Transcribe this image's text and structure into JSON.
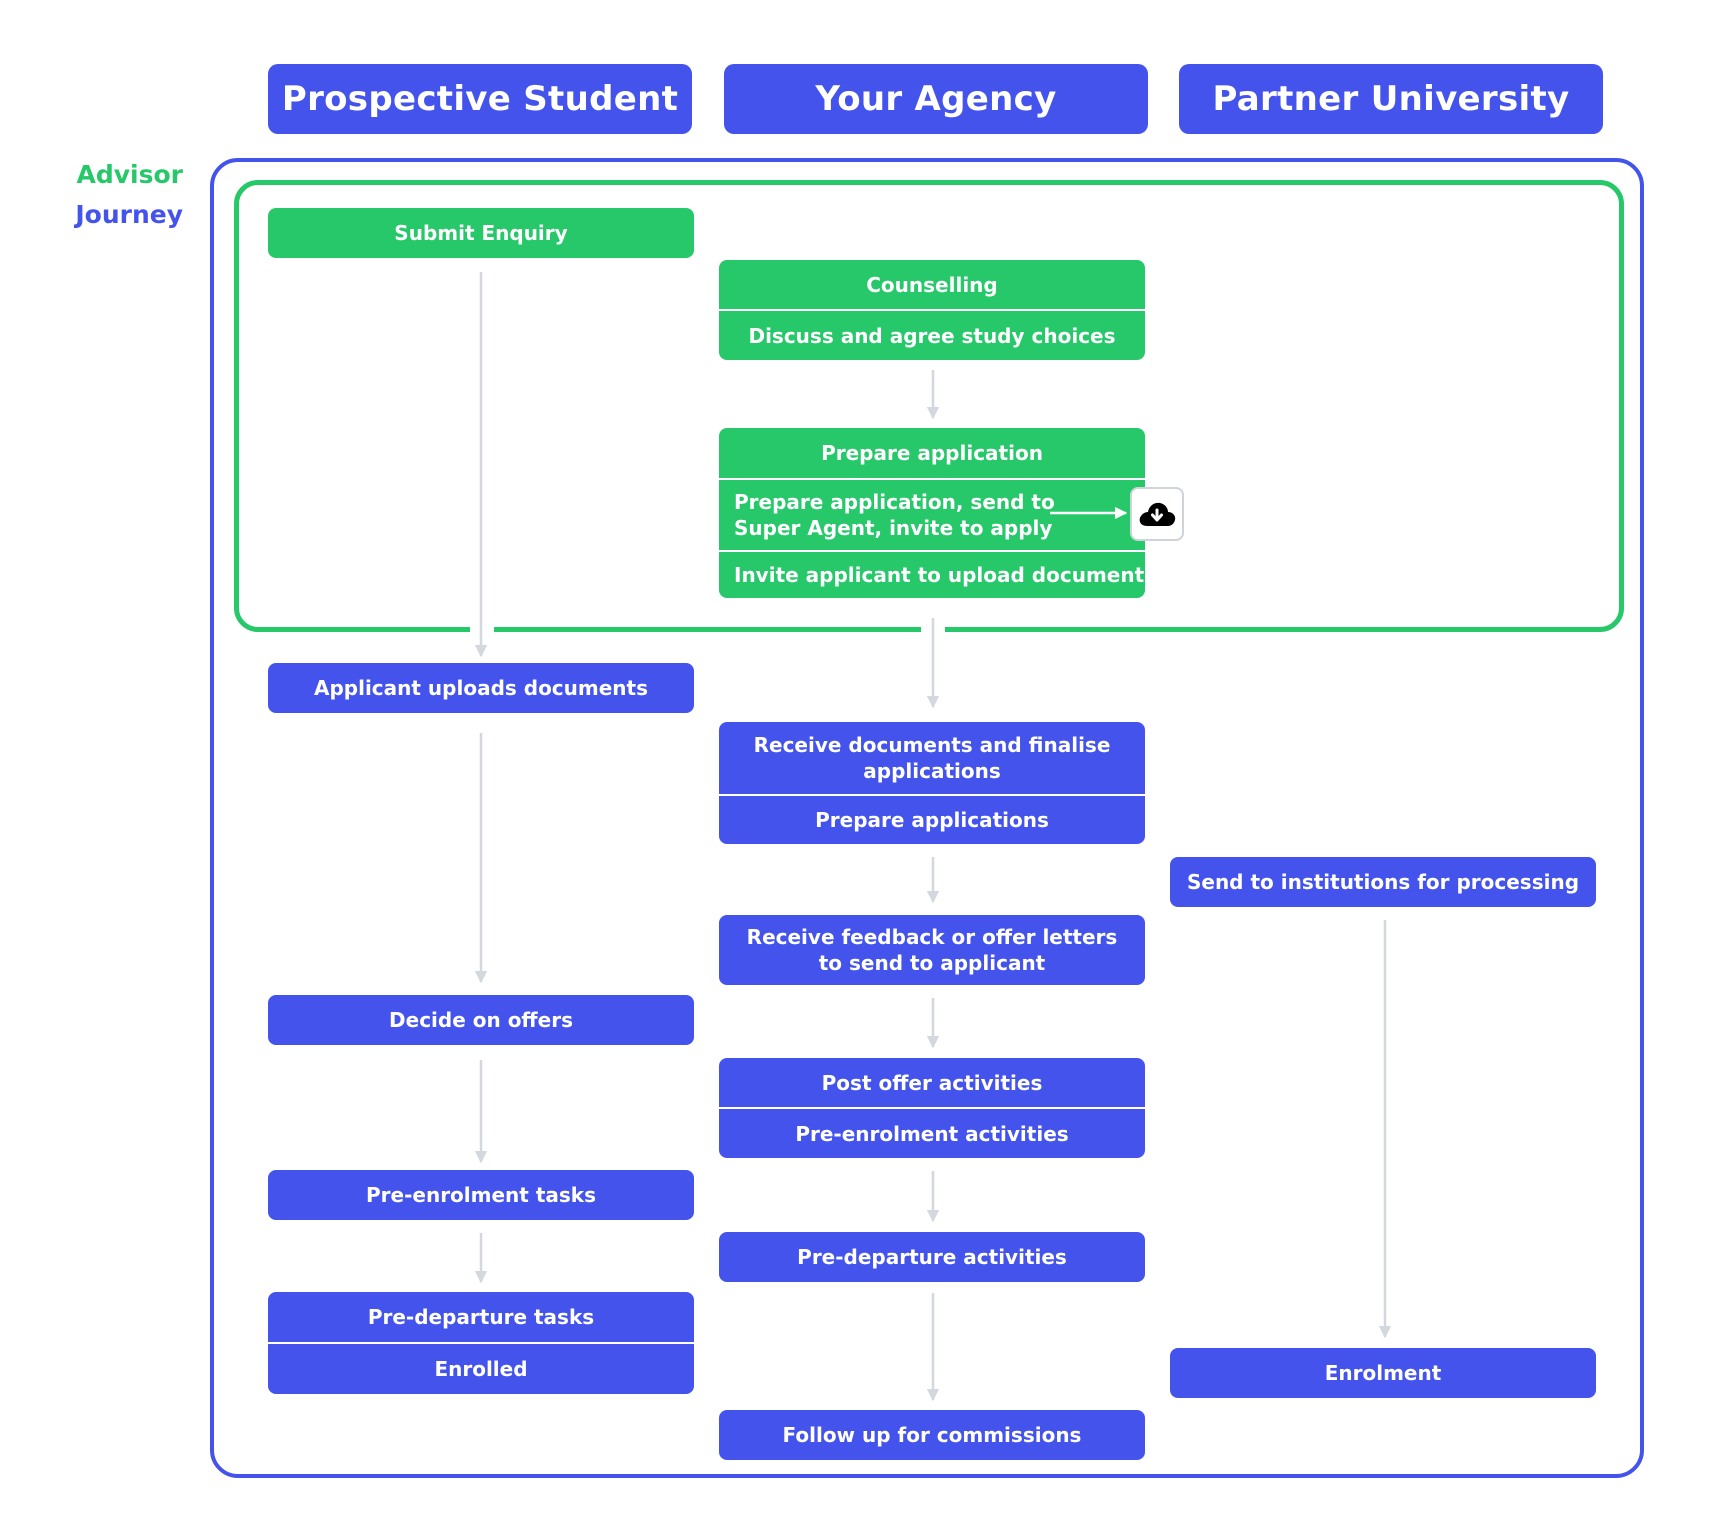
{
  "headers": {
    "student": "Prospective Student",
    "agency": "Your Agency",
    "university": "Partner University"
  },
  "side_label": {
    "line1": "Advisor",
    "line2": "Journey"
  },
  "student": {
    "submit_enquiry": "Submit Enquiry",
    "uploads": "Applicant uploads documents",
    "decide": "Decide on offers",
    "pre_enrolment_tasks": "Pre-enrolment tasks",
    "pre_departure_tasks": "Pre-departure tasks",
    "enrolled": "Enrolled"
  },
  "agency": {
    "counselling": "Counselling",
    "discuss": "Discuss and agree study choices",
    "prepare_application": "Prepare application",
    "prepare_send_1": "Prepare application, send to",
    "prepare_send_2": "Super Agent, invite to apply",
    "invite_upload": "Invite applicant to upload document",
    "receive_docs_1": "Receive documents and finalise",
    "receive_docs_2": "applications",
    "prepare_applications": "Prepare applications",
    "receive_feedback_1": "Receive feedback or offer letters",
    "receive_feedback_2": "to send to applicant",
    "post_offer": "Post offer activities",
    "pre_enrolment_activities": "Pre-enrolment activities",
    "pre_departure_activities": "Pre-departure activities",
    "follow_up": "Follow up for commissions"
  },
  "university": {
    "send_institutions": "Send to institutions for processing",
    "enrolment": "Enrolment"
  },
  "icons": {
    "cloud": "cloud-download-icon"
  },
  "colors": {
    "blue": "#4353ec",
    "green": "#26c86a",
    "arrow": "#d3d7de"
  }
}
